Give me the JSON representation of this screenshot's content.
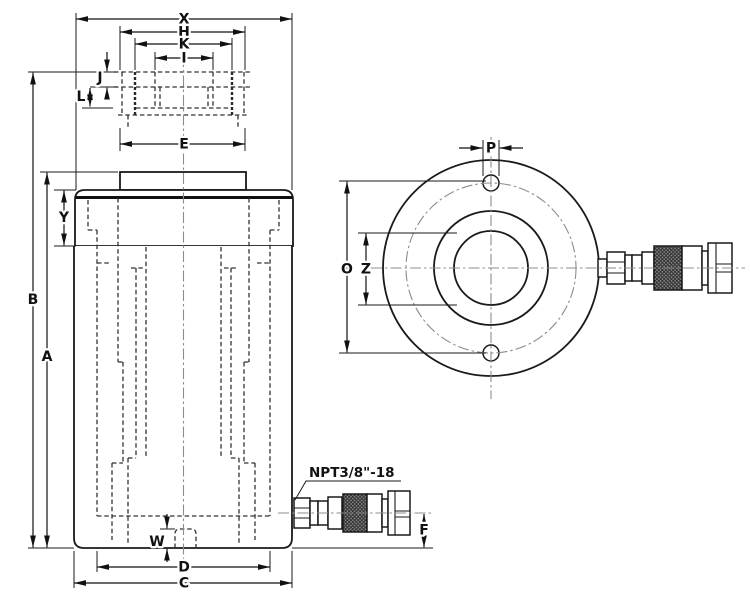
{
  "drawing_labels": {
    "X": "X",
    "H": "H",
    "K": "K",
    "I": "I",
    "J": "J",
    "L": "L",
    "E": "E",
    "Y": "Y",
    "B": "B",
    "A": "A",
    "W": "W",
    "D": "D",
    "C": "C",
    "F": "F",
    "O": "O",
    "Z": "Z",
    "P": "P"
  },
  "annotations": {
    "port_thread": "NPT3/8\"-18"
  },
  "colors": {
    "line": "#1a1a1a",
    "hidden_line": "#333333",
    "centerline": "#8c8c8c",
    "knurl_fill": "#8a8a8a",
    "background": "#ffffff"
  }
}
